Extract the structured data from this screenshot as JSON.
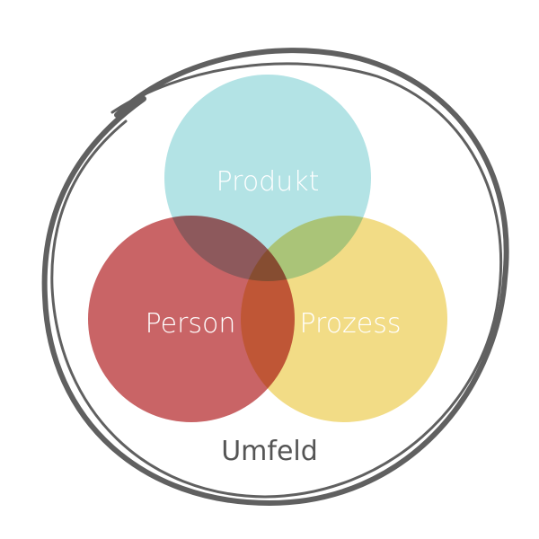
{
  "diagram": {
    "type": "venn",
    "outer_label": "Umfeld",
    "sets": [
      {
        "label": "Produkt",
        "color": "#b3e3e5"
      },
      {
        "label": "Person",
        "color": "#c96466"
      },
      {
        "label": "Prozess",
        "color": "#f2dc86"
      }
    ],
    "outline_color": "#606060"
  }
}
